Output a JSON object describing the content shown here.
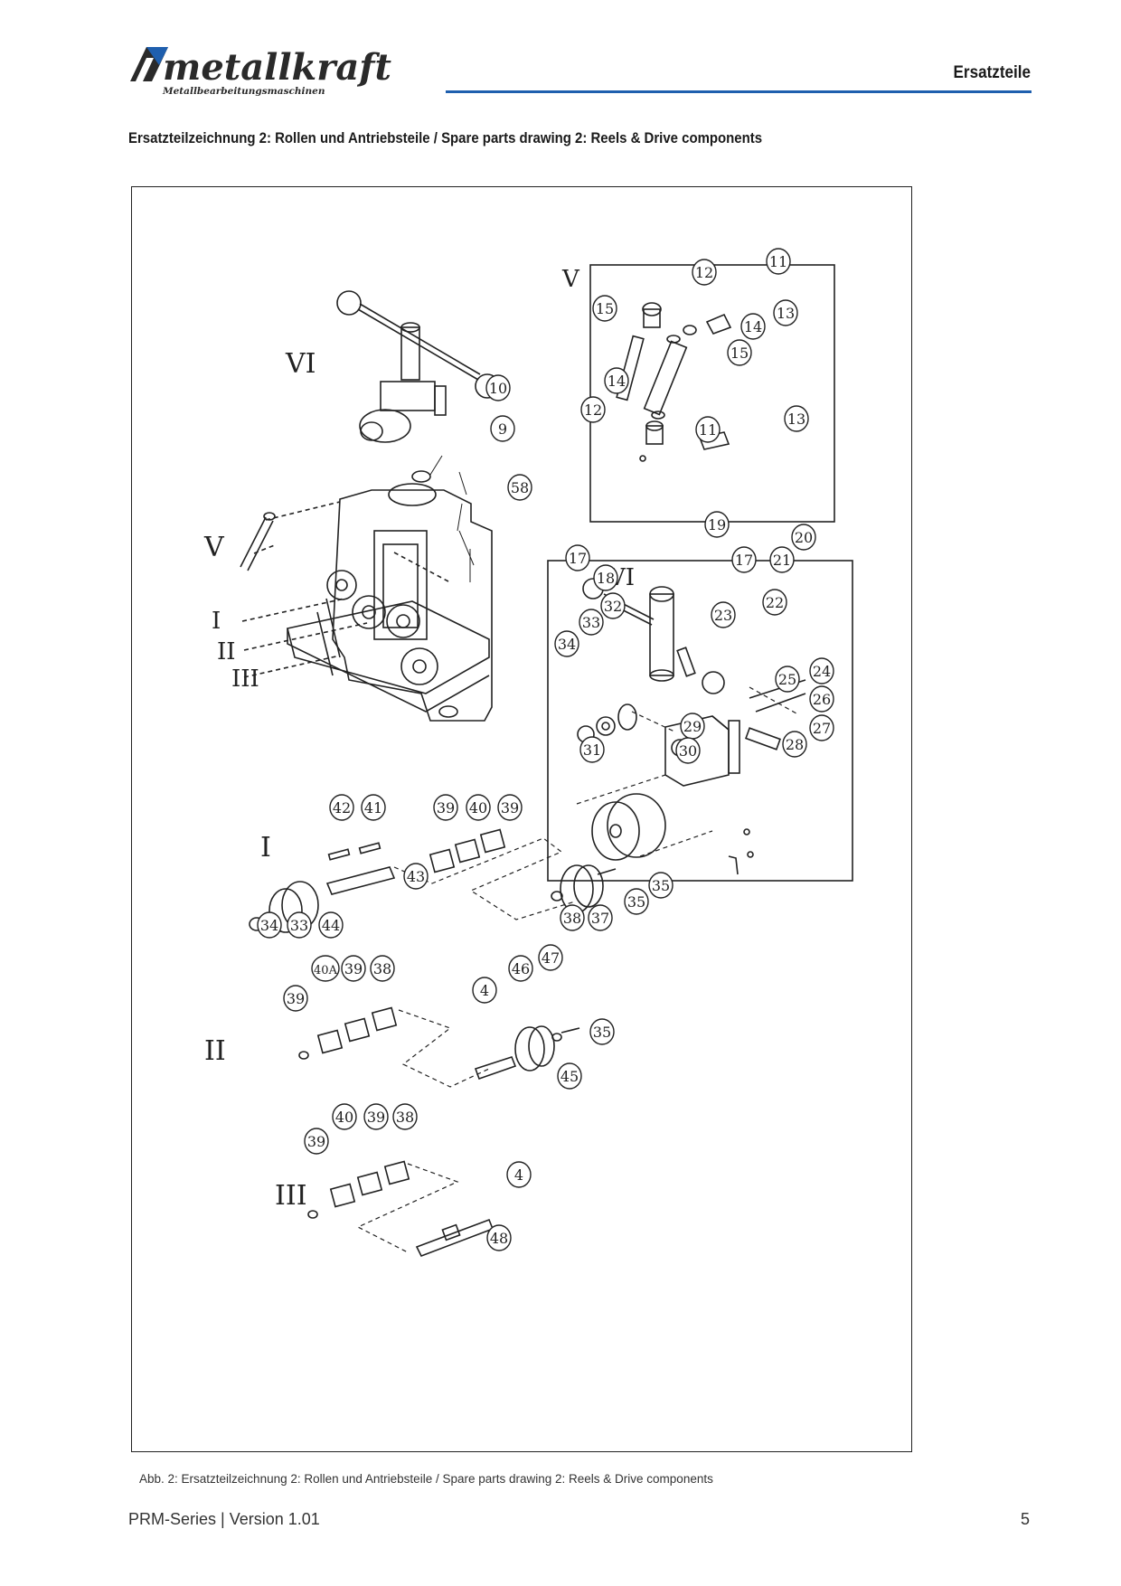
{
  "header": {
    "brand": "metallkraft",
    "tagline": "Metallbearbeitungsmaschinen",
    "section": "Ersatzteile",
    "accent_color": "#1f5fae"
  },
  "title": "Ersatzteilzeichnung 2: Rollen und Antriebsteile / Spare parts drawing 2: Reels & Drive components",
  "figure": {
    "group_labels": [
      "I",
      "II",
      "III",
      "V",
      "VI"
    ],
    "callouts": {
      "inset_v": [
        "11",
        "12",
        "13",
        "14",
        "15",
        "15",
        "14",
        "12",
        "11",
        "13"
      ],
      "main": [
        "10",
        "9",
        "58"
      ],
      "inset_vi": [
        "17",
        "18",
        "19",
        "17",
        "21",
        "20",
        "22",
        "23",
        "32",
        "33",
        "34",
        "24",
        "25",
        "26",
        "27",
        "28",
        "29",
        "30",
        "31"
      ],
      "group_i": [
        "42",
        "41",
        "39",
        "40",
        "39",
        "43",
        "35",
        "35",
        "38",
        "37",
        "34",
        "33",
        "44"
      ],
      "group_ii": [
        "39",
        "40A",
        "39",
        "38",
        "4",
        "46",
        "47",
        "35",
        "45"
      ],
      "group_iii": [
        "39",
        "40",
        "39",
        "38",
        "4",
        "48"
      ]
    }
  },
  "caption": "Abb. 2: Ersatzteilzeichnung 2: Rollen und Antriebsteile / Spare parts drawing 2: Reels & Drive components",
  "footer": {
    "series": "PRM-Series | Version 1.01",
    "page": "5"
  }
}
